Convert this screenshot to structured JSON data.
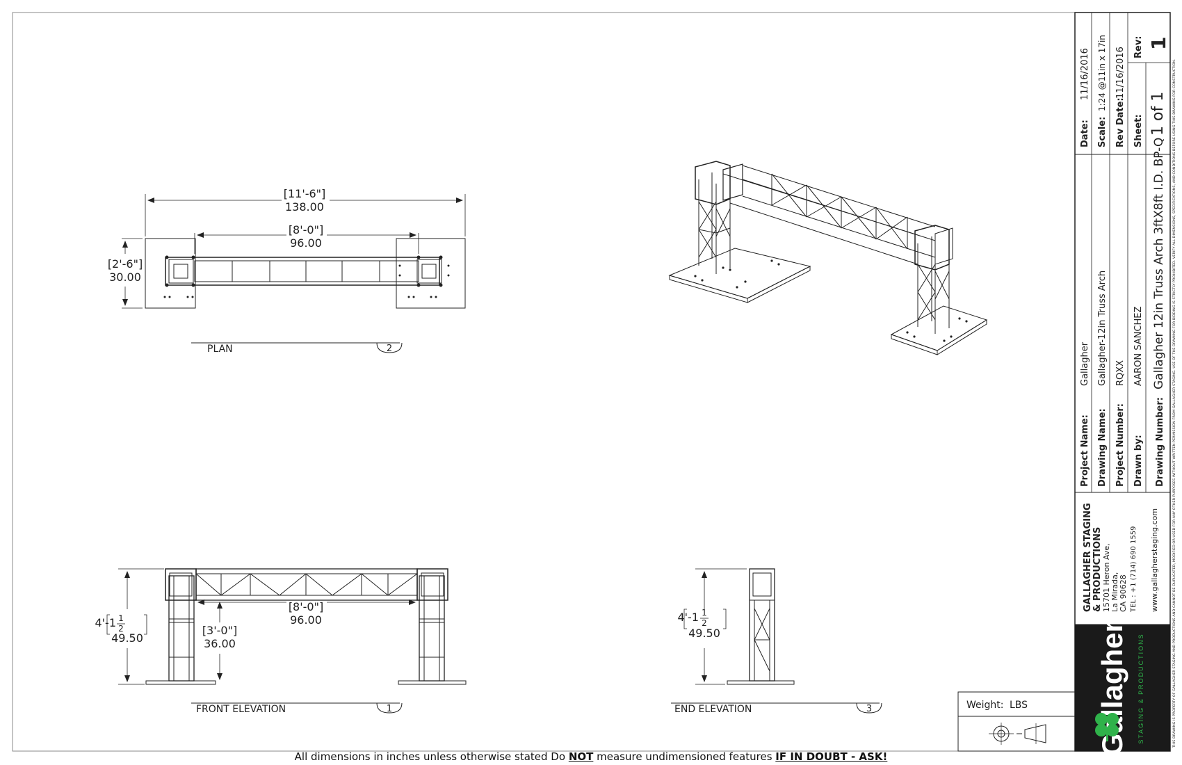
{
  "views": {
    "plan": {
      "label": "PLAN",
      "number": "2",
      "dim_overall_ft": "[11'-6\"]",
      "dim_overall_in": "138.00",
      "dim_span_ft": "[8'-0\"]",
      "dim_span_in": "96.00",
      "dim_depth_ft": "[2'-6\"]",
      "dim_depth_in": "30.00"
    },
    "front": {
      "label": "FRONT ELEVATION",
      "number": "1",
      "dim_height_ft": "4'-1",
      "dim_height_frac_num": "1",
      "dim_height_frac_den": "2",
      "dim_height_in": "49.50",
      "dim_span_ft": "[8'-0\"]",
      "dim_span_in": "96.00",
      "dim_clear_ft": "[3'-0\"]",
      "dim_clear_in": "36.00"
    },
    "end": {
      "label": "END ELEVATION",
      "number": "3",
      "dim_height_ft": "4'-1",
      "dim_height_frac_num": "1",
      "dim_height_frac_den": "2",
      "dim_height_in": "49.50"
    }
  },
  "title_block": {
    "company": {
      "name_line1": "GALLAGHER STAGING",
      "name_line2": "& PRODUCTIONS",
      "address_line1": "15701 Heron Ave,",
      "address_line2": "La Mirada,",
      "address_line3": "CA 90628",
      "tel": "TEL : +1 (714) 690 1559",
      "web": "www.gallagherstaging.com",
      "logo_text": "Gallagher",
      "logo_sub": "STAGING & PRODUCTIONS"
    },
    "fields": {
      "project_name_label": "Project Name:",
      "project_name": "Gallagher",
      "drawing_name_label": "Drawing Name:",
      "drawing_name": "Gallagher-12in Truss Arch",
      "project_number_label": "Project Number:",
      "project_number": "RQXX",
      "drawn_by_label": "Drawn by:",
      "drawn_by": "AARON SANCHEZ",
      "drawing_number_label": "Drawing Number:",
      "drawing_number": "Gallagher 12in Truss Arch 3ftX8ft I.D. BP-Q",
      "date_label": "Date:",
      "date": "11/16/2016",
      "scale_label": "Scale:",
      "scale": "1:24 @11in x 17in",
      "rev_date_label": "Rev Date:",
      "rev_date": "11/16/2016",
      "sheet_label": "Sheet:",
      "sheet": "1 of 1",
      "rev_label": "Rev:",
      "rev": "1"
    },
    "weight_label": "Weight:",
    "weight_unit": "LBS",
    "legal": "THIS DRAWING IS PROPERTY OF GALLAGHER STAGING AND PRODUCTIONS AND CANNOT BE DUPLICATED, MODIFIED OR USED FOR ANY OTHER PURPOSES WITHOUT WRITTEN PERMISSION FROM GALLAGHER STAGING. USE OF THE DRAWING FOR BIDDING IS STRICTLY PROHIBITED. VERIFY ALL DIMENSIONS, SPECIFICATIONS, AND CONDITIONS BEFORE USING THIS DRAWING FOR CONSTRUCTION."
  },
  "footer": {
    "text_1": "All dimensions in inches unless otherwise stated Do ",
    "text_not": "NOT",
    "text_2": " measure undimensioned features ",
    "text_ask": "IF IN DOUBT - ASK!"
  }
}
